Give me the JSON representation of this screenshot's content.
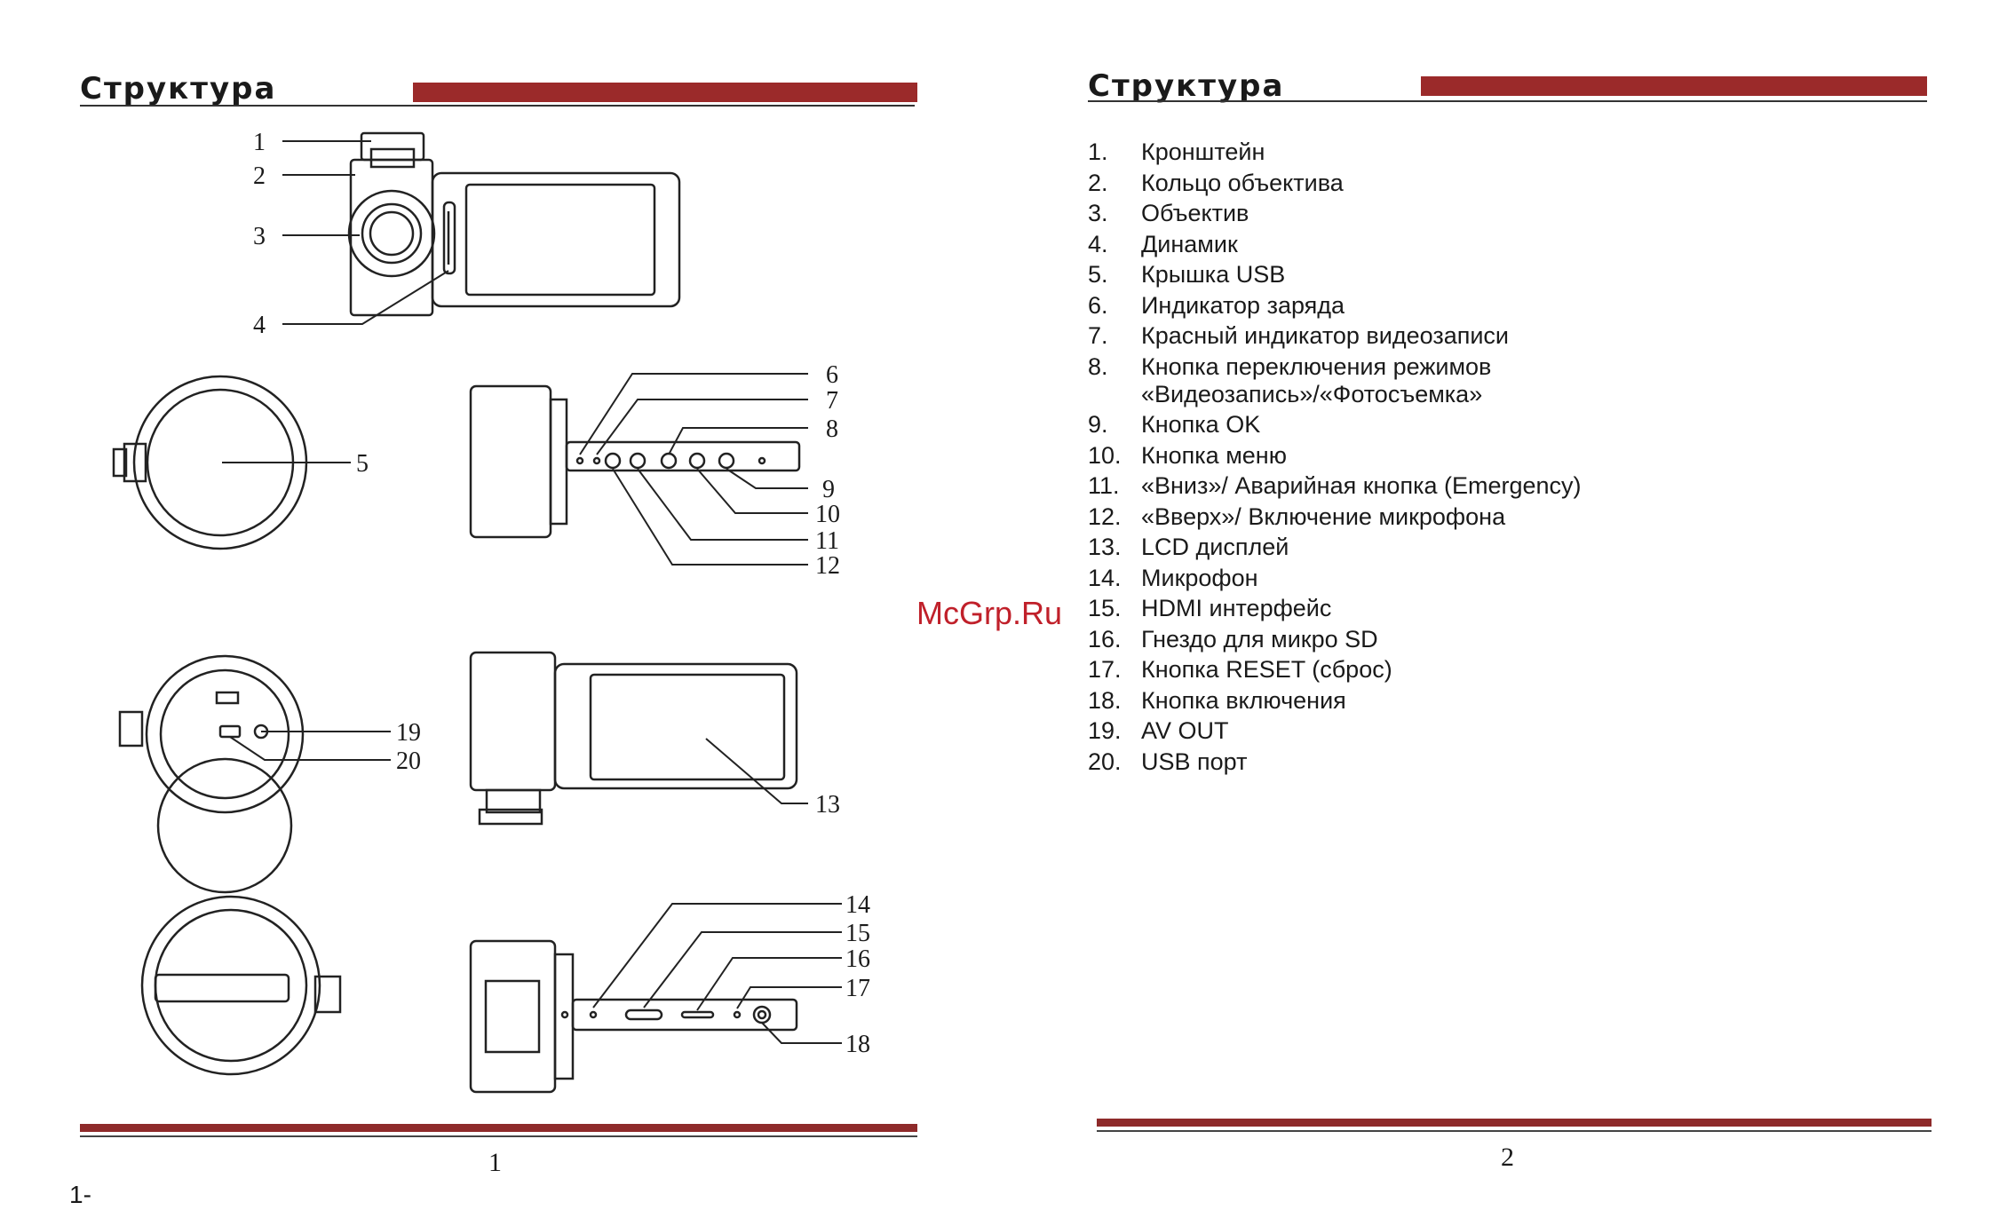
{
  "left_page": {
    "title": "Структура",
    "page_number": "1",
    "callouts": [
      "1",
      "2",
      "3",
      "4",
      "5",
      "6",
      "7",
      "8",
      "9",
      "10",
      "11",
      "12",
      "13",
      "14",
      "15",
      "16",
      "17",
      "18",
      "19",
      "20"
    ]
  },
  "right_page": {
    "title": "Структура",
    "page_number": "2",
    "items": [
      {
        "num": "1.",
        "text": "Кронштейн"
      },
      {
        "num": "2.",
        "text": "Кольцо объектива"
      },
      {
        "num": "3.",
        "text": "Объектив"
      },
      {
        "num": "4.",
        "text": "Динамик"
      },
      {
        "num": "5.",
        "text": "Крышка USB"
      },
      {
        "num": "6.",
        "text": "Индикатор заряда"
      },
      {
        "num": "7.",
        "text": "Красный индикатор видеозаписи"
      },
      {
        "num": "8.",
        "text": "Кнопка переключения режимов\n«Видеозапись»/«Фотосъемка»"
      },
      {
        "num": "9.",
        "text": "Кнопка OK"
      },
      {
        "num": "10.",
        "text": "Кнопка меню"
      },
      {
        "num": "11.",
        "text": "«Вниз»/ Аварийная кнопка (Emergency)"
      },
      {
        "num": "12.",
        "text": "«Вверх»/ Включение микрофона"
      },
      {
        "num": "13.",
        "text": "LCD дисплей"
      },
      {
        "num": "14.",
        "text": "Микрофон"
      },
      {
        "num": "15.",
        "text": "HDMI интерфейс"
      },
      {
        "num": "16.",
        "text": "Гнездо для микро SD"
      },
      {
        "num": "17.",
        "text": "Кнопка RESET (сброс)"
      },
      {
        "num": "18.",
        "text": "Кнопка включения"
      },
      {
        "num": "19.",
        "text": "AV OUT"
      },
      {
        "num": "20.",
        "text": "USB порт"
      }
    ]
  },
  "watermark": "McGrp.Ru",
  "margin_mark": "1-",
  "colors": {
    "accent_bar": "#9b2a2a",
    "watermark": "#c0202a"
  }
}
